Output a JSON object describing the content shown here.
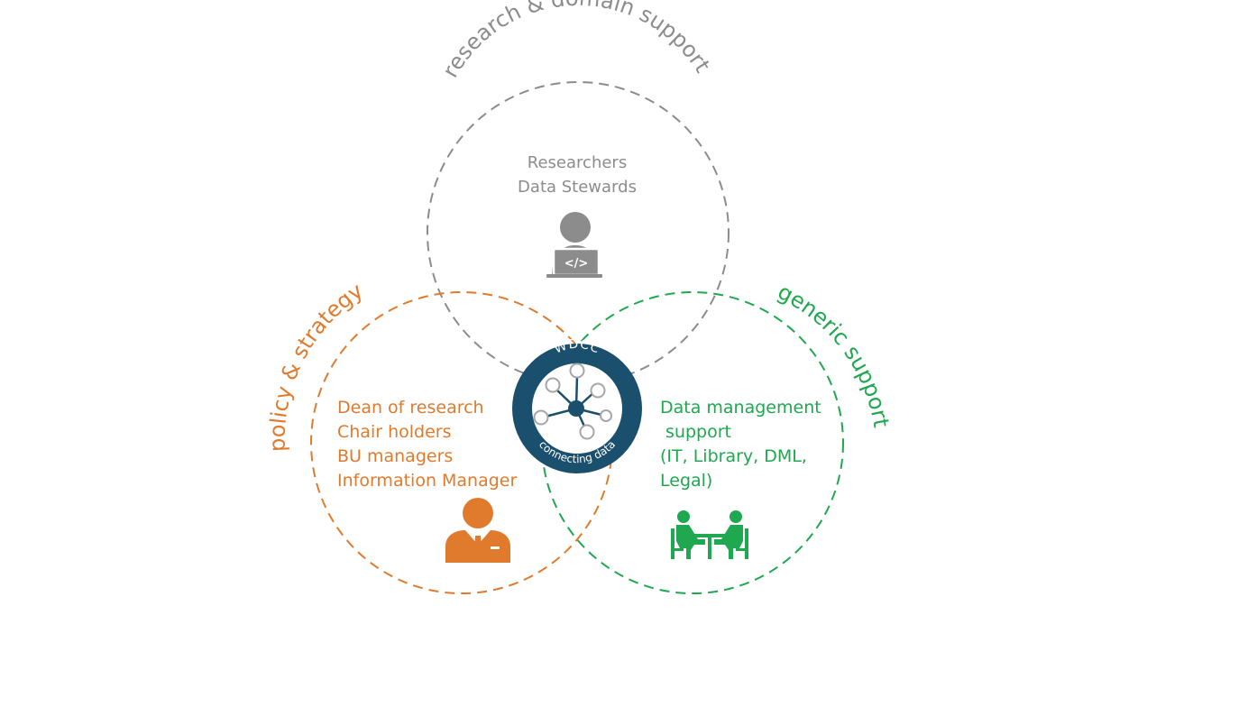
{
  "colors": {
    "research": "#8c8c8c",
    "policy": "#e07b2e",
    "generic": "#1fa84f",
    "hub": "#1b4f6e",
    "hub_ring": "#ffffff",
    "node_grey": "#a6a6a6"
  },
  "circles": {
    "research": {
      "title": "research  & domain support",
      "lines": [
        "Researchers",
        "Data Stewards"
      ],
      "icon": "developer-laptop-icon"
    },
    "policy": {
      "title": "policy & strategy",
      "lines": [
        "Dean of research",
        "Chair holders",
        "BU managers",
        "Information Manager"
      ],
      "icon": "manager-icon"
    },
    "generic": {
      "title": "generic support",
      "lines": [
        "Data management",
        " support",
        "(IT, Library, DML,",
        "Legal)"
      ],
      "icon": "meeting-table-icon"
    }
  },
  "hub": {
    "top_label": "WDCC",
    "bottom_label": "connecting data",
    "icon": "network-nodes-icon"
  }
}
